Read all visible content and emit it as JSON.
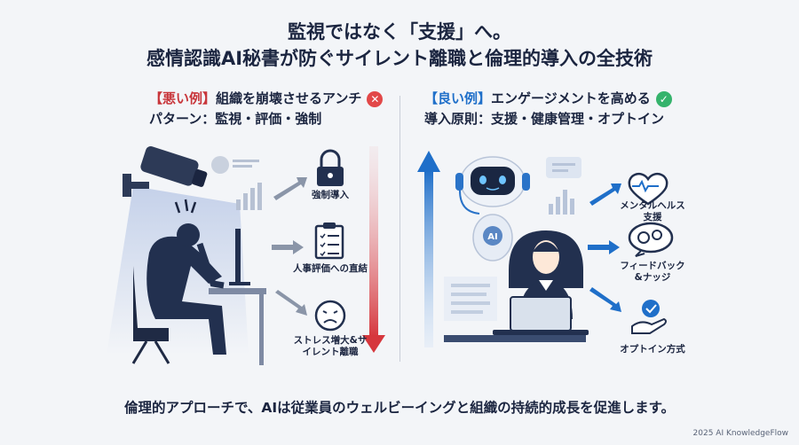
{
  "title": {
    "line1": "監視ではなく「支援」へ。",
    "line2": "感情認識AI秘書が防ぐサイレント離職と倫理的導入の全技術"
  },
  "bad": {
    "tag": "【悪い例】",
    "heading_rest": "組織を崩壊させるアンチ",
    "heading_line2": "パターン：監視・評価・強制",
    "items": [
      {
        "label": "強制導入",
        "icon": "lock-icon"
      },
      {
        "label": "人事評価への直結",
        "icon": "clipboard-icon"
      },
      {
        "label": "ストレス増大&サイレント離職",
        "icon": "frown-face-icon"
      }
    ],
    "badge": "✕"
  },
  "good": {
    "tag": "【良い例】",
    "heading_rest": "エンゲージメントを高める",
    "heading_line2": "導入原則：支援・健康管理・オプトイン",
    "robot_label": "AI",
    "items": [
      {
        "label": "メンタルヘルス支援",
        "icon": "heart-pulse-icon"
      },
      {
        "label": "フィードバック&ナッジ",
        "icon": "gear-bubble-icon"
      },
      {
        "label": "オプトイン方式",
        "icon": "hand-check-icon"
      }
    ],
    "badge": "✓"
  },
  "footer": "倫理的アプローチで、AIは従業員のウェルビーイングと組織の持続的成長を促進します。",
  "copyright": "2025 AI KnowledgeFlow",
  "colors": {
    "bad_accent": "#c8353a",
    "good_accent": "#1f6fc9",
    "navy": "#22304f"
  }
}
